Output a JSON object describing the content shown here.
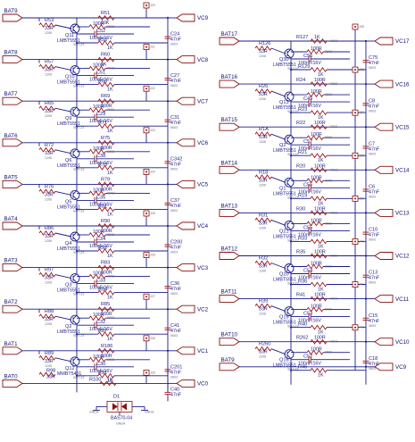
{
  "left": {
    "channels": [
      {
        "bat": "BAT9",
        "vc": "VC9",
        "q": "Q11",
        "q_part": "LMBT5551",
        "rb": "R53",
        "rb_val": "33R",
        "rc": "R51",
        "rc_val": "10K",
        "rt": "R50",
        "rt_val": "100R",
        "ct": "C52",
        "ct_val": "100nF/16V",
        "rl": "R55",
        "rl_val": "1K",
        "cap": "C24",
        "cap_val": "47nF",
        "jp": "J20"
      },
      {
        "bat": "BAT8",
        "vc": "VC8",
        "q": "Q10",
        "q_part": "LMBT5551",
        "rb": "R57",
        "rb_val": "33R",
        "rc": "R60",
        "rc_val": "1K",
        "rt": "R58",
        "rt_val": "100R",
        "ct": "C51",
        "ct_val": "100nF/16V",
        "rl": "R68",
        "rl_val": "1K",
        "cap": "C27",
        "cap_val": "47nF",
        "jp": "J21"
      },
      {
        "bat": "BAT7",
        "vc": "VC7",
        "q": "Q9",
        "q_part": "LMBT5551",
        "rb": "R65",
        "rb_val": "33R",
        "rc": "R69",
        "rc_val": "100R",
        "rt": "R69",
        "rt_val": "100R",
        "ct": "C29",
        "ct_val": "100nF/16V",
        "rl": "R71",
        "rl_val": "1K",
        "cap": "C31",
        "cap_val": "47nF",
        "jp": "J22"
      },
      {
        "bat": "BAT6",
        "vc": "VC6",
        "q": "Q6",
        "q_part": "LMBT5551",
        "rb": "R72",
        "rb_val": "33R",
        "rc": "R75",
        "rc_val": "100R",
        "rt": "R75",
        "rt_val": "100R",
        "ct": "C38",
        "ct_val": "100nF/16V",
        "rl": "R78",
        "rl_val": "1K",
        "cap": "C342",
        "cap_val": "47nF",
        "jp": "J23"
      },
      {
        "bat": "BAT5",
        "vc": "VC5",
        "q": "Q5",
        "q_part": "LMBT5551",
        "rb": "R76",
        "rb_val": "33R",
        "rc": "R79",
        "rc_val": "100R",
        "rt": "R79",
        "rt_val": "100R",
        "ct": "C35",
        "ct_val": "100nF/16V",
        "rl": "R81",
        "rl_val": "1K",
        "cap": "C37",
        "cap_val": "47nF",
        "jp": "J24"
      },
      {
        "bat": "BAT4",
        "vc": "VC4",
        "q": "Q4",
        "q_part": "LMBT5551",
        "rb": "R86",
        "rb_val": "33R",
        "rc": "R90",
        "rc_val": "100R",
        "rt": "R90",
        "rt_val": "100R",
        "ct": "C34",
        "ct_val": "100nF/16V",
        "rl": "R92",
        "rl_val": "1K",
        "cap": "C200",
        "cap_val": "47nF",
        "jp": "J25"
      },
      {
        "bat": "BAT3",
        "vc": "VC3",
        "q": "Q3",
        "q_part": "LMBT5551",
        "rb": "R97",
        "rb_val": "33R",
        "rc": "R83",
        "rc_val": "100R",
        "rt": "R83",
        "rt_val": "100R",
        "ct": "C33",
        "ct_val": "100nF/16V",
        "rl": "R84",
        "rl_val": "1K",
        "cap": "C36",
        "cap_val": "47nF",
        "jp": "J26"
      },
      {
        "bat": "BAT2",
        "vc": "VC2",
        "q": "Q2",
        "q_part": "LMBT5551",
        "rb": "R88",
        "rb_val": "33R",
        "rc": "R85",
        "rc_val": "100R",
        "rt": "R85",
        "rt_val": "100R",
        "ct": "C32",
        "ct_val": "100nF/16V",
        "rl": "R87",
        "rl_val": "1K",
        "cap": "C41",
        "cap_val": "47nF",
        "jp": "J27"
      },
      {
        "bat": "BAT1",
        "vc": "VC1",
        "q": "Q12",
        "q_part": "MMBT5401",
        "rb": "R89",
        "rb_val": "33R",
        "rc": "R186",
        "rc_val": "100R",
        "rt": "R186",
        "rt_val": "100R",
        "ct": "C30",
        "ct_val": "100nF/16V",
        "rl": "R91",
        "rl_val": "1K",
        "cap": "C201",
        "cap_val": "47nF",
        "jp": "J28"
      }
    ],
    "bottom": {
      "bat": "BAT0",
      "vc": "VC0",
      "rb": "R98",
      "rb_val": "33R",
      "rt": "R100",
      "rt_val": "1K",
      "cap": "C40",
      "cap_val": "47nF",
      "jp": "J29"
    },
    "diode": {
      "ref": "D1",
      "part": "BAS70-04",
      "gnd_left": "GNDA",
      "gnd_mid": "GNDA",
      "gnd_right": "GNDA"
    }
  },
  "right": {
    "channels": [
      {
        "bat": "BAT17",
        "vc": "VC17",
        "q": "Q30",
        "q_part": "LMBT5551",
        "rb": "R126",
        "rb_val": "33R",
        "rc": "R127",
        "rc_val": "1K",
        "rt": "R128",
        "rt_val": "100R",
        "ct": "C56",
        "ct_val": "100nF/16V",
        "rl": "R129",
        "rl_val": "1K",
        "cap": "C75",
        "cap_val": "47nF",
        "jp": "J35"
      },
      {
        "bat": "BAT16",
        "vc": "VC16",
        "q": "Q13",
        "q_part": "LMBT5551",
        "rb": "R26",
        "rb_val": "33R",
        "rc": "R24",
        "rc_val": "100R",
        "rt": "R24",
        "rt_val": "100R",
        "ct": "C49",
        "ct_val": "100nF/16V",
        "rl": "R23",
        "rl_val": "1K",
        "cap": "C8",
        "cap_val": "47nF",
        "jp": "J36"
      },
      {
        "bat": "BAT15",
        "vc": "VC15",
        "q": "Q2",
        "q_part": "LMBT5551",
        "rb": "R1A",
        "rb_val": "33R",
        "rc": "R22",
        "rc_val": "100R",
        "rt": "R22",
        "rt_val": "100R",
        "ct": "C57",
        "ct_val": "100nF/16V",
        "rl": "R21",
        "rl_val": "1K",
        "cap": "C7",
        "cap_val": "47nF",
        "jp": "J37"
      },
      {
        "bat": "BAT14",
        "vc": "VC14",
        "q": "Q1",
        "q_part": "LMBT5551",
        "rb": "R18",
        "rb_val": "33R",
        "rc": "R20",
        "rc_val": "100R",
        "rt": "R20",
        "rt_val": "100R",
        "ct": "C56",
        "ct_val": "100nF/16V",
        "rl": "R19",
        "rl_val": "1K",
        "cap": "C6",
        "cap_val": "47nF",
        "jp": "J38"
      },
      {
        "bat": "BAT13",
        "vc": "VC13",
        "q": "Q21",
        "q_part": "LMBT5551",
        "rb": "R31",
        "rb_val": "33R",
        "rc": "R30",
        "rc_val": "100R",
        "rt": "R30",
        "rt_val": "100R",
        "ct": "C55",
        "ct_val": "100nF/16V",
        "rl": "R33",
        "rl_val": "1K",
        "cap": "C10",
        "cap_val": "47nF",
        "jp": "J39"
      },
      {
        "bat": "BAT12",
        "vc": "VC12",
        "q": "Q20",
        "q_part": "LMBT5551",
        "rb": "R32",
        "rb_val": "33R",
        "rc": "R35",
        "rc_val": "100R",
        "rt": "R35",
        "rt_val": "100R",
        "ct": "C54",
        "ct_val": "100nF/16V",
        "rl": "R36",
        "rl_val": "1K",
        "cap": "C13",
        "cap_val": "47nF",
        "jp": "J40"
      },
      {
        "bat": "BAT11",
        "vc": "VC11",
        "q": "Q19",
        "q_part": "LMBT5551",
        "rb": "R39",
        "rb_val": "33R",
        "rc": "R41",
        "rc_val": "100R",
        "rt": "R41",
        "rt_val": "100R",
        "ct": "C53",
        "ct_val": "100nF/16V",
        "rl": "R40",
        "rl_val": "1K",
        "cap": "C15",
        "cap_val": "47nF",
        "jp": "J41"
      },
      {
        "bat": "BAT10",
        "vc": "VC10",
        "q": "Q16",
        "q_part": "LMBT5551",
        "rb": "R260",
        "rb_val": "33R",
        "rc": "R262",
        "rc_val": "100R",
        "rt": "R262",
        "rt_val": "100R",
        "ct": "C52",
        "ct_val": "100nF/16V",
        "rl": "R46",
        "rl_val": "1K",
        "cap": "C18",
        "cap_val": "47nF",
        "jp": "J42"
      }
    ],
    "bottom": {
      "bat": "BAT9",
      "vc": "VC9"
    }
  }
}
